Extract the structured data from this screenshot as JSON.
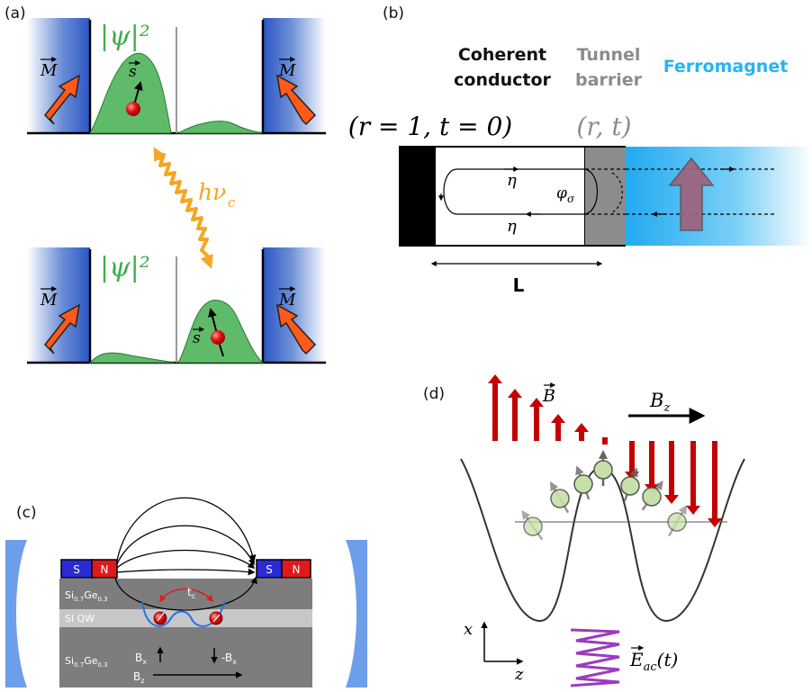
{
  "panel_labels": {
    "a": "(a)",
    "b": "(b)",
    "c": "(c)",
    "d": "(d)"
  },
  "panel_a": {
    "magnetization": "M",
    "wavefunction": "|ψ|²",
    "spin": "s",
    "photon": "hν",
    "photon_sub": "c"
  },
  "panel_b": {
    "region_conductor": [
      "Coherent",
      "conductor"
    ],
    "region_barrier": [
      "Tunnel",
      "barrier"
    ],
    "region_ferromagnet": "Ferromagnet",
    "conductor_rt": "(r = 1, t = 0)",
    "barrier_rt": "(r, t)",
    "eta": "η",
    "phase": "φ",
    "phase_sub": "σ",
    "length": "L",
    "colors": {
      "ferromagnet": "#27b4f0",
      "barrier": "#8c8c8c",
      "arrow": "#a0607a"
    }
  },
  "panel_c": {
    "magnet_s": "S",
    "magnet_n": "N",
    "layer_top": "Si",
    "layer_top_sub1": "0.7",
    "layer_top_mid": "Ge",
    "layer_top_sub2": "0.3",
    "layer_qw": "Si QW",
    "layer_bottom": "Si",
    "layer_bottom_sub1": "0.7",
    "layer_bottom_mid": "Ge",
    "layer_bottom_sub2": "0.3",
    "tunnel": "t",
    "tunnel_sub": "c",
    "bx": "B",
    "bx_sub": "x",
    "neg_bx": "-B",
    "neg_bx_sub": "x",
    "bz": "B",
    "bz_sub": "z",
    "colors": {
      "mirror": "#6d9eea",
      "s_pole": "#2a2ad6",
      "n_pole": "#e01a1a"
    }
  },
  "panel_d": {
    "field": "B",
    "bz": "B",
    "bz_sub": "z",
    "axis_x": "x",
    "axis_z": "z",
    "eac": "E",
    "eac_sub": "ac",
    "eac_arg": "(t)",
    "colors": {
      "field_arrows": "#c40000",
      "particle": "#c6e0a8",
      "drive": "#9a3cbb"
    }
  }
}
